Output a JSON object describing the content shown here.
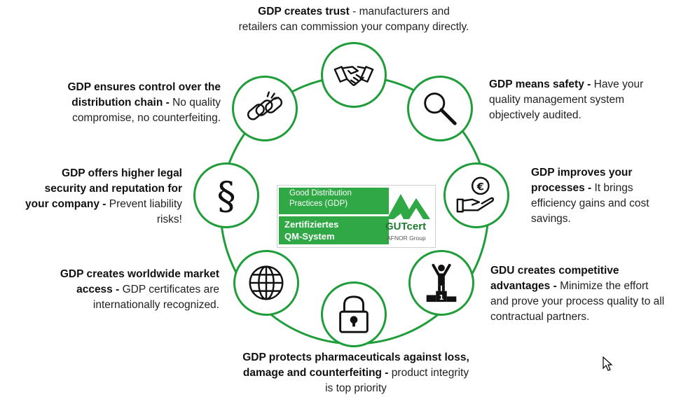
{
  "items": [
    {
      "bold": "GDP creates trust",
      "rest": " - manufacturers and",
      "rest2": "retailers can commission your company directly.",
      "icon": "handshake-icon"
    },
    {
      "bold": "GDP means safety -",
      "rest": " Have your",
      "rest2": "quality management system",
      "rest3": "objectively audited.",
      "icon": "magnifier-icon"
    },
    {
      "bold": "GDP improves your",
      "bold2": "processes -",
      "rest": " It brings",
      "rest2": "efficiency gains and cost",
      "rest3": "savings.",
      "icon": "euro-hand-icon"
    },
    {
      "bold": "GDU creates competitive",
      "bold2": "advantages -",
      "rest": " Minimize the effort",
      "rest2": "and prove your process quality to all",
      "rest3": "contractual partners.",
      "icon": "winner-podium-icon"
    },
    {
      "bold": "GDP protects pharmaceuticals against loss,",
      "bold2": "damage and counterfeiting -",
      "rest": " product integrity",
      "rest2": "is top priority",
      "icon": "padlock-icon"
    },
    {
      "bold": "GDP creates worldwide market",
      "bold2": "access -",
      "rest": " GDP certificates are",
      "rest2": "internationally recognized.",
      "icon": "globe-icon"
    },
    {
      "bold": "GDP offers higher legal",
      "bold2": "security and reputation for",
      "bold3": "your company -",
      "rest": " Prevent liability",
      "rest2": "risks!",
      "icon": "paragraph-icon"
    },
    {
      "bold": "GDP ensures control over the",
      "bold2": "distribution chain -",
      "rest": " No quality",
      "rest2": "compromise, no counterfeiting.",
      "icon": "broken-chain-icon"
    }
  ],
  "badge": {
    "line1": "Good Distribution",
    "line2": "Practices (GDP)",
    "line3": "Zertifiziertes",
    "line4": "QM-System",
    "brand": "GUTcert",
    "sub": "AFNOR Group"
  },
  "colors": {
    "accent": "#1f9d3a",
    "badge_green": "#2fa845"
  }
}
